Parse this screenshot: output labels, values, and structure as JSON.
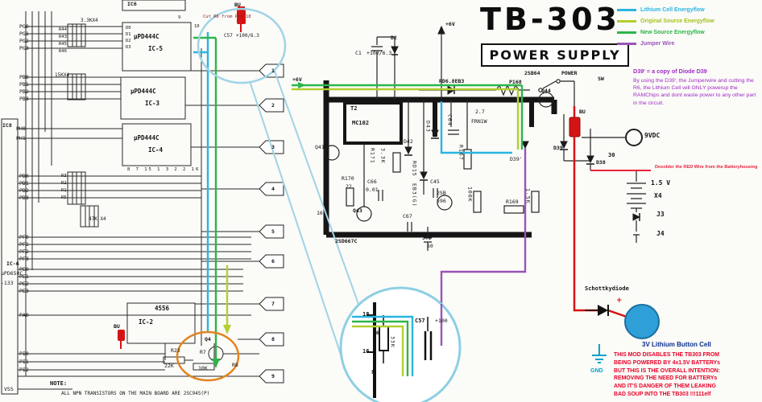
{
  "header": {
    "title": "TB-303",
    "subtitle": "POWER SUPPLY"
  },
  "legend": {
    "items": [
      {
        "label": "Lithium Cell Energyflow",
        "color": "#2ab5e0"
      },
      {
        "label": "Original Source Energyflow",
        "color": "#b2cf2f"
      },
      {
        "label": "New Source Energyflow",
        "color": "#2db54a"
      },
      {
        "label": "Jumper Wire",
        "color": "#9a53b8"
      }
    ]
  },
  "notes": {
    "d39_title": "D39' = a copy of Diode D39",
    "d39_body": "By using the D39', the Jumperwire and cutting the R6, the Lithium Cell will ONLY powerup the RAMChips and dont waste power to any other part in the circuit.",
    "desolder": "Desolder the RED Wire from the Batteryhousing",
    "warning": "THIS MOD DISABLES THE TB303 FROM BEING POWERED BY 4x1.5V BATTERYs BUT THIS IS THE OVERALL INTENTION: REMOVING THE NEED FOR BATTERYs AND IT'S DANGER OF THEM LEAKING BAD SOUP INTO THE TB303 !!!111elf",
    "cut_r6": "Cut R6 from Pin 18",
    "schottky": "Schottkydiode",
    "cell": "3V Lithium Button Cell",
    "gnd": "GND",
    "plus": "+",
    "note_title": "NOTE:",
    "note_body": "ALL NPN TRANSISTORS ON THE MAIN BOARD ARE 2SC945(P)"
  },
  "pointers": [
    "1",
    "2",
    "3",
    "4",
    "5",
    "6",
    "7",
    "8",
    "9"
  ],
  "left": {
    "ic6_top": "IC6",
    "ic8": "IC8",
    "ic6": "IC-6",
    "upd650": "μPD650C",
    "m133": "-133",
    "ic5_name": "μPD444C",
    "ic5": "IC-5",
    "ic3_name": "μPD444C",
    "ic3": "IC-3",
    "ic4_name": "μPD444C",
    "ic4": "IC-4",
    "ic2_name": "4556",
    "ic2": "IC-2",
    "ports": [
      "PG0",
      "PG1",
      "PG2",
      "PG3",
      "PB0",
      "PB1",
      "PB2",
      "PB3",
      "PH0",
      "PH1",
      "PD0",
      "PD1",
      "PD2",
      "PD3",
      "PF0",
      "PF1",
      "PF2",
      "PF3",
      "PE0",
      "PE1",
      "PE2",
      "PE3",
      "PA0",
      "PI0",
      "PI1",
      "PI2",
      "VSS"
    ],
    "r1_title": "3.3KX4",
    "r44": "R44",
    "r43": "R43",
    "r45": "R45",
    "r46": "R46",
    "r2_title": "15KX4",
    "r3": "R3",
    "r2": "R2",
    "r1": "R1",
    "r5": "R5",
    "r47k": "47K X4",
    "r23": "R23",
    "r23_val": "22K",
    "r7": "R7",
    "r7_val": "10K",
    "r8": "R8",
    "q4": "Q4",
    "bu": "BU",
    "c57": "C57",
    "c57_val": "+100/6.3",
    "d0": "D0",
    "d1": "D1",
    "d2": "D2",
    "d3": "D3",
    "pin9": "9",
    "pin10": "10",
    "pinrow": "8 7 15 1 3 2 2 16"
  },
  "middle": {
    "v6_top": "+6V",
    "v6_left": "+6V",
    "d2": "D2",
    "c1": "C1",
    "c1_val": "+100/6.3",
    "rd68": "RD6.8EB3",
    "p168": "P168",
    "sb64": "2SB64",
    "power": "POWER",
    "sw": "SW",
    "q44": "Q44",
    "t2": "T2",
    "mc102": "MC102",
    "r171": "R171",
    "r171_val": "3.3K",
    "d42": "D42",
    "d43": "D43",
    "c64": "C64",
    "r27": "2.7",
    "frn": "FRN1W",
    "r167": "R167",
    "r170": "R170",
    "r170_val": "22",
    "c66": "C66",
    "c66_val": "0.01",
    "rd15": "RD15",
    "eb3": "EB3(G)",
    "c45": "C45",
    "sb": "2SB",
    "sb_num": "596",
    "k100": "100K",
    "r169": "R169",
    "r169_val": "1.5K",
    "q43": "Q43",
    "c67": "C67",
    "tr": "2SD667C",
    "c22": "2.2",
    "v50": "50",
    "q41": "Q41",
    "p16": "16",
    "d39": "D39",
    "d39p": "D39'",
    "d38": "D38",
    "bu": "BU",
    "vdc": "9VDC",
    "n30": "30",
    "v15": "1.5 V",
    "x4": "X4",
    "j3": "J3",
    "j4": "J4"
  },
  "zoom": {
    "p18": "18",
    "p16": "16",
    "p8": "8",
    "r6": "R6",
    "r6_val": "33K",
    "c57": "C57",
    "c57_val": "+100"
  }
}
